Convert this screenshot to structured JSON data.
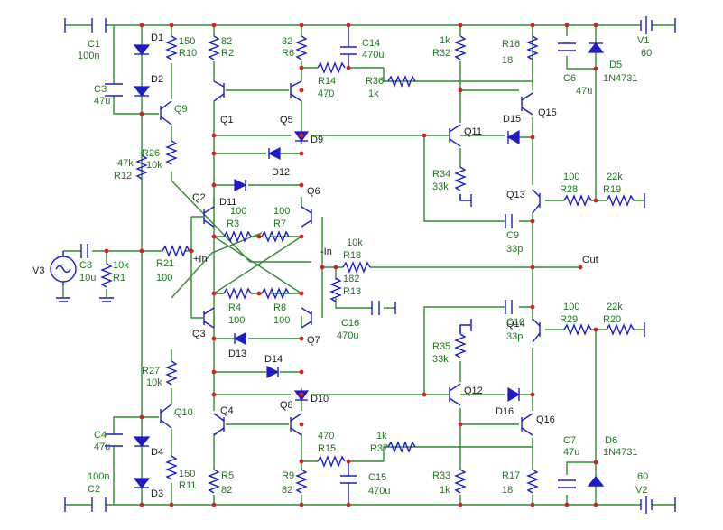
{
  "components": {
    "V1": {
      "ref": "V1",
      "value": "60"
    },
    "V2": {
      "ref": "V2",
      "value": "60"
    },
    "V3": {
      "ref": "V3"
    },
    "C1": {
      "ref": "C1",
      "value": "100n"
    },
    "C2": {
      "ref": "C2",
      "value": "100n"
    },
    "C3": {
      "ref": "C3",
      "value": "47u"
    },
    "C4": {
      "ref": "C4",
      "value": "47u"
    },
    "C6": {
      "ref": "C6",
      "value": "47u"
    },
    "C7": {
      "ref": "C7",
      "value": "47u"
    },
    "C8": {
      "ref": "C8",
      "value": "10u"
    },
    "C9": {
      "ref": "C9",
      "value": "33p"
    },
    "C10": {
      "ref": "C10",
      "value": "33p"
    },
    "C14": {
      "ref": "C14",
      "value": "470u"
    },
    "C15": {
      "ref": "C15",
      "value": "470u"
    },
    "C16": {
      "ref": "C16",
      "value": "470u"
    },
    "R1": {
      "ref": "R1",
      "value": "10k"
    },
    "R2": {
      "ref": "R2",
      "value": "82"
    },
    "R3": {
      "ref": "R3",
      "value": "100"
    },
    "R4": {
      "ref": "R4",
      "value": "100"
    },
    "R5": {
      "ref": "R5",
      "value": "82"
    },
    "R6": {
      "ref": "R6",
      "value": "82"
    },
    "R7": {
      "ref": "R7",
      "value": "100"
    },
    "R8": {
      "ref": "R8",
      "value": "100"
    },
    "R9": {
      "ref": "R9",
      "value": "82"
    },
    "R10": {
      "ref": "R10",
      "value": "150"
    },
    "R11": {
      "ref": "R11",
      "value": "150"
    },
    "R12": {
      "ref": "R12",
      "value": "47k"
    },
    "R13": {
      "ref": "R13",
      "value": "182"
    },
    "R14": {
      "ref": "R14",
      "value": "470"
    },
    "R15": {
      "ref": "R15",
      "value": "470"
    },
    "R16": {
      "ref": "R16",
      "value": "18"
    },
    "R17": {
      "ref": "R17",
      "value": "18"
    },
    "R18": {
      "ref": "R18",
      "value": "10k"
    },
    "R19": {
      "ref": "R19",
      "value": "22k"
    },
    "R20": {
      "ref": "R20",
      "value": "22k"
    },
    "R21": {
      "ref": "R21",
      "value": "100"
    },
    "R26": {
      "ref": "R26",
      "value": "10k"
    },
    "R27": {
      "ref": "R27",
      "value": "10k"
    },
    "R28": {
      "ref": "R28",
      "value": "100"
    },
    "R29": {
      "ref": "R29",
      "value": "100"
    },
    "R32": {
      "ref": "R32",
      "value": "1k"
    },
    "R33": {
      "ref": "R33",
      "value": "1k"
    },
    "R34": {
      "ref": "R34",
      "value": "33k"
    },
    "R35": {
      "ref": "R35",
      "value": "33k"
    },
    "R36": {
      "ref": "R36",
      "value": "1k"
    },
    "R37": {
      "ref": "R37",
      "value": "1k"
    },
    "D1": {
      "ref": "D1"
    },
    "D2": {
      "ref": "D2"
    },
    "D3": {
      "ref": "D3"
    },
    "D4": {
      "ref": "D4"
    },
    "D5": {
      "ref": "D5",
      "value": "1N4731"
    },
    "D6": {
      "ref": "D6",
      "value": "1N4731"
    },
    "D9": {
      "ref": "D9"
    },
    "D10": {
      "ref": "D10"
    },
    "D11": {
      "ref": "D11"
    },
    "D12": {
      "ref": "D12"
    },
    "D13": {
      "ref": "D13"
    },
    "D14": {
      "ref": "D14"
    },
    "D15": {
      "ref": "D15"
    },
    "D16": {
      "ref": "D16"
    },
    "Q1": {
      "ref": "Q1"
    },
    "Q2": {
      "ref": "Q2"
    },
    "Q3": {
      "ref": "Q3"
    },
    "Q4": {
      "ref": "Q4"
    },
    "Q5": {
      "ref": "Q5"
    },
    "Q6": {
      "ref": "Q6"
    },
    "Q7": {
      "ref": "Q7"
    },
    "Q8": {
      "ref": "Q8"
    },
    "Q9": {
      "ref": "Q9"
    },
    "Q10": {
      "ref": "Q10"
    },
    "Q11": {
      "ref": "Q11"
    },
    "Q12": {
      "ref": "Q12"
    },
    "Q13": {
      "ref": "Q13"
    },
    "Q14": {
      "ref": "Q14"
    },
    "Q15": {
      "ref": "Q15"
    },
    "Q16": {
      "ref": "Q16"
    }
  },
  "nets": {
    "in_plus": "+In",
    "in_minus": "-In",
    "out": "Out"
  }
}
